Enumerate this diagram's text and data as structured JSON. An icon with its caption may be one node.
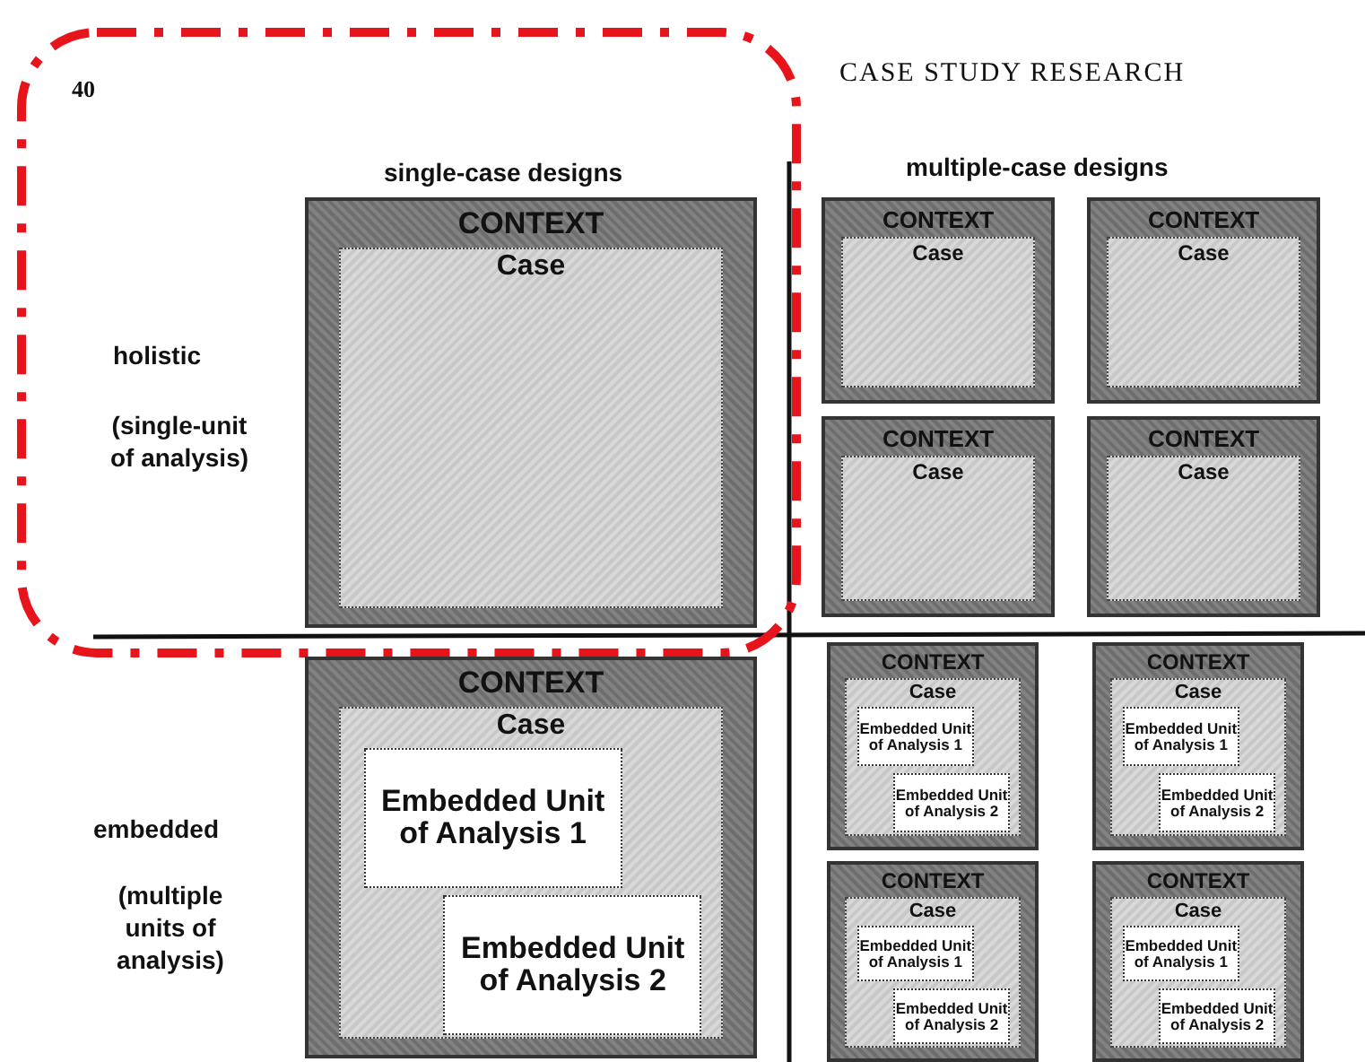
{
  "diagram": {
    "nodes": [
      {
        "text": [
          "CONTEXT"
        ]
      },
      {
        "text": [
          "Case"
        ],
        "in": 0
      },
      {
        "text": [
          "CONTEXT"
        ]
      },
      {
        "text": [
          "Case"
        ],
        "in": 2
      },
      {
        "text": [
          "CONTEXT"
        ]
      },
      {
        "text": [
          "Case"
        ],
        "in": 4
      },
      {
        "text": [
          "CONTEXT"
        ]
      },
      {
        "text": [
          "Case"
        ],
        "in": 6
      },
      {
        "text": [
          "CONTEXT"
        ]
      },
      {
        "text": [
          "Case"
        ],
        "in": 8
      },
      {
        "text": [
          "CONTEXT"
        ]
      },
      {
        "text": [
          "Case"
        ],
        "in": 10
      },
      {
        "text": [
          "Embedded Unit of Analysis 1"
        ],
        "in": 11
      },
      {
        "text": [
          "Embedded Unit of Analysis 2"
        ],
        "in": 11
      },
      {
        "text": [
          "CONTEXT"
        ]
      },
      {
        "text": [
          "Case"
        ],
        "in": 14
      },
      {
        "text": [
          "Embedded Unit of Analysis 1"
        ],
        "in": 15
      },
      {
        "text": [
          "Embedded Unit of Analysis 2"
        ],
        "in": 15
      },
      {
        "text": [
          "CONTEXT"
        ]
      },
      {
        "text": [
          "Case"
        ],
        "in": 18
      },
      {
        "text": [
          "Embedded Unit of Analysis 1"
        ],
        "in": 19
      },
      {
        "text": [
          "Embedded Unit of Analysis 2"
        ],
        "in": 19
      },
      {
        "text": [
          "CONTEXT"
        ]
      },
      {
        "text": [
          "Case"
        ],
        "in": 22
      },
      {
        "text": [
          "Embedded Unit of Analysis 1"
        ],
        "in": 23
      },
      {
        "text": [
          "Embedded Unit of Analysis 2"
        ],
        "in": 23
      },
      {
        "text": [
          "CONTEXT"
        ]
      },
      {
        "text": [
          "Case"
        ],
        "in": 26
      },
      {
        "text": [
          "Embedded Unit of Analysis 1"
        ],
        "in": 27
      },
      {
        "text": [
          "Embedded Unit of Analysis 2"
        ],
        "in": 27
      }
    ],
    "labels": [
      "40",
      "CASE STUDY RESEARCH",
      "single-case designs",
      "multiple-case designs",
      "holistic",
      "(single-unit of analysis)",
      "embedded",
      "(multiple units of analysis)"
    ]
  }
}
